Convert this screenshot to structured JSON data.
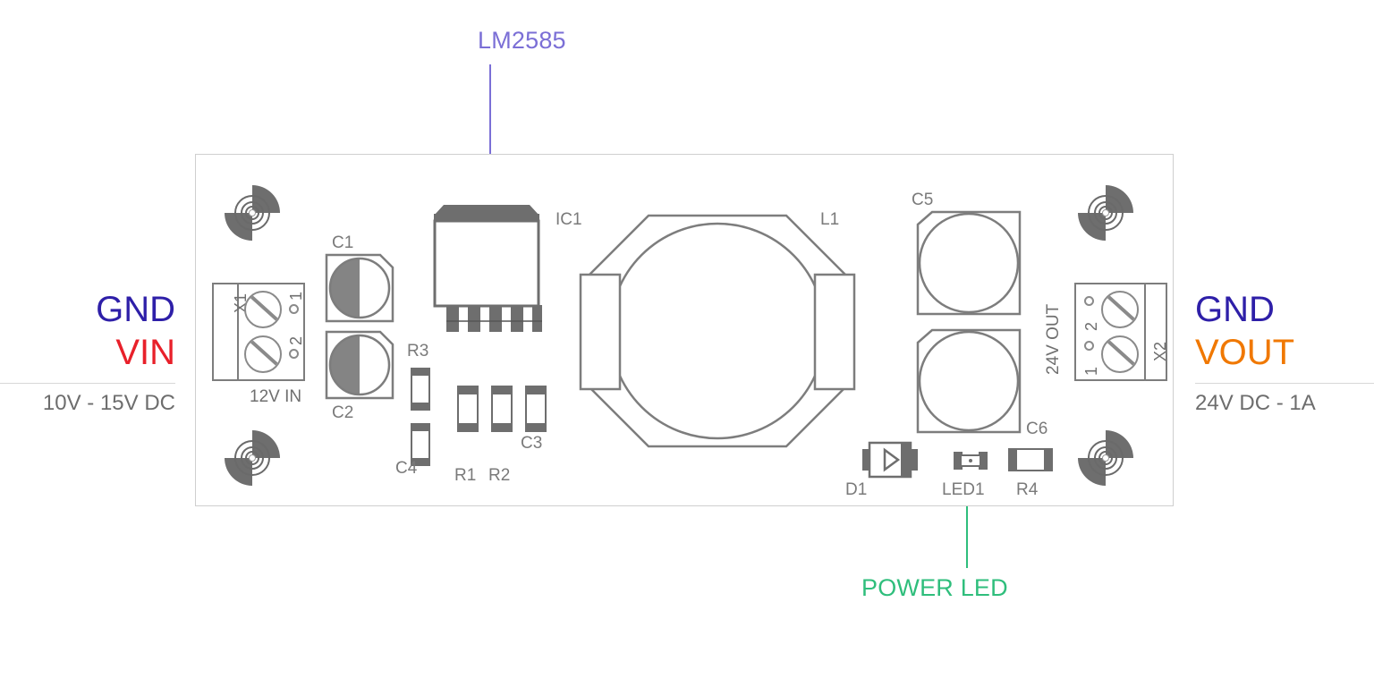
{
  "diagram": {
    "title_annotation": "LM2585",
    "bottom_annotation": "POWER LED",
    "colors": {
      "annotation_ic": "#7B6FD6",
      "annotation_led": "#2FBE7C",
      "gnd": "#2E1FA8",
      "vin": "#E8202A",
      "vout": "#F07800",
      "silkscreen": "#7a7a7a",
      "outline": "#cfcfcf",
      "pad": "#6e6e6e"
    }
  },
  "left_panel": {
    "label_top": "GND",
    "label_bottom": "VIN",
    "spec": "10V - 15V DC"
  },
  "right_panel": {
    "label_top": "GND",
    "label_bottom": "VOUT",
    "spec": "24V DC - 1A"
  },
  "connectors": {
    "x1": {
      "ref": "X1",
      "caption": "12V IN",
      "pin_top": "1",
      "pin_bottom": "2"
    },
    "x2": {
      "ref": "X2",
      "caption": "24V OUT",
      "pin_top": "2",
      "pin_bottom": "1"
    }
  },
  "components": [
    {
      "ref": "IC1",
      "type": "to220-5"
    },
    {
      "ref": "C1",
      "type": "electrolytic"
    },
    {
      "ref": "C2",
      "type": "electrolytic"
    },
    {
      "ref": "C5",
      "type": "electrolytic"
    },
    {
      "ref": "C6",
      "type": "electrolytic"
    },
    {
      "ref": "L1",
      "type": "inductor"
    },
    {
      "ref": "R1",
      "type": "smd-resistor"
    },
    {
      "ref": "R2",
      "type": "smd-resistor"
    },
    {
      "ref": "R3",
      "type": "smd-resistor"
    },
    {
      "ref": "R4",
      "type": "smd-resistor"
    },
    {
      "ref": "C3",
      "type": "smd-capacitor"
    },
    {
      "ref": "C4",
      "type": "smd-capacitor"
    },
    {
      "ref": "D1",
      "type": "smd-diode"
    },
    {
      "ref": "LED1",
      "type": "smd-led"
    }
  ],
  "refs": {
    "IC1": "IC1",
    "C1": "C1",
    "C2": "C2",
    "C3": "C3",
    "C4": "C4",
    "C5": "C5",
    "C6": "C6",
    "L1": "L1",
    "R1": "R1",
    "R2": "R2",
    "R3": "R3",
    "R4": "R4",
    "D1": "D1",
    "LED1": "LED1"
  }
}
